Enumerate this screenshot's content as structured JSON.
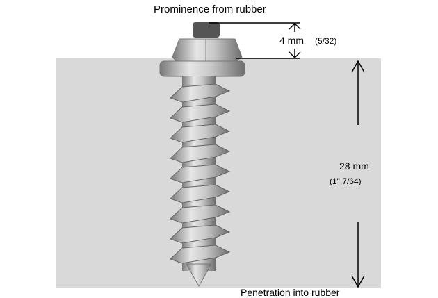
{
  "labels": {
    "prominence_title": "Prominence from rubber",
    "prominence_mm": "4 mm",
    "prominence_inch": "(5/32)",
    "length_mm": "28 mm",
    "length_inch": "(1\" 7/64)",
    "penetration": "Penetration into rubber"
  },
  "colors": {
    "rubber_area": "#d9d9d9",
    "screw_metal": "#b8b8b8"
  }
}
